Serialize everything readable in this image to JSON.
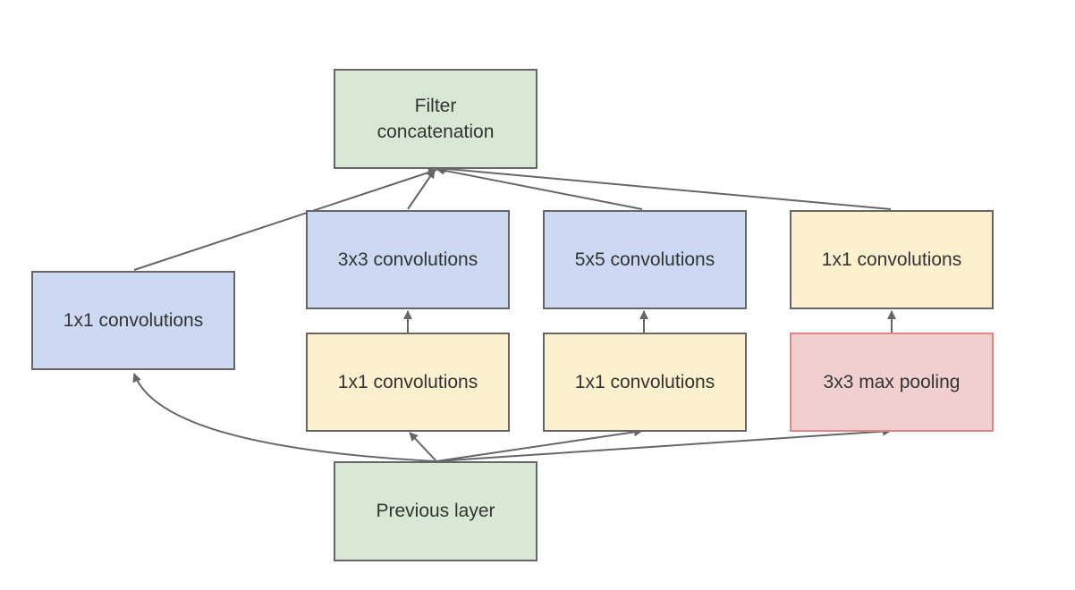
{
  "diagram": {
    "colors": {
      "green": "#d9e8d4",
      "blue": "#cdd9f2",
      "yellow": "#fdf0cf",
      "red": "#efcfcf",
      "red_border": "#e08585",
      "border": "#666666",
      "arrow": "#666666"
    },
    "nodes": {
      "filter_concat": {
        "label": "Filter\nconcatenation"
      },
      "conv1x1_left": {
        "label": "1x1 convolutions"
      },
      "conv3x3": {
        "label": "3x3 convolutions"
      },
      "conv5x5": {
        "label": "5x5 convolutions"
      },
      "conv1x1_pool_proj": {
        "label": "1x1 convolutions"
      },
      "conv1x1_reduce_3x3": {
        "label": "1x1 convolutions"
      },
      "conv1x1_reduce_5x5": {
        "label": "1x1 convolutions"
      },
      "max_pool": {
        "label": "3x3 max pooling"
      },
      "previous_layer": {
        "label": "Previous layer"
      }
    },
    "edges": [
      {
        "from": "previous_layer",
        "to": "conv1x1_left"
      },
      {
        "from": "previous_layer",
        "to": "conv1x1_reduce_3x3"
      },
      {
        "from": "previous_layer",
        "to": "conv1x1_reduce_5x5"
      },
      {
        "from": "previous_layer",
        "to": "max_pool"
      },
      {
        "from": "conv1x1_reduce_3x3",
        "to": "conv3x3"
      },
      {
        "from": "conv1x1_reduce_5x5",
        "to": "conv5x5"
      },
      {
        "from": "max_pool",
        "to": "conv1x1_pool_proj"
      },
      {
        "from": "conv1x1_left",
        "to": "filter_concat"
      },
      {
        "from": "conv3x3",
        "to": "filter_concat"
      },
      {
        "from": "conv5x5",
        "to": "filter_concat"
      },
      {
        "from": "conv1x1_pool_proj",
        "to": "filter_concat"
      }
    ]
  }
}
